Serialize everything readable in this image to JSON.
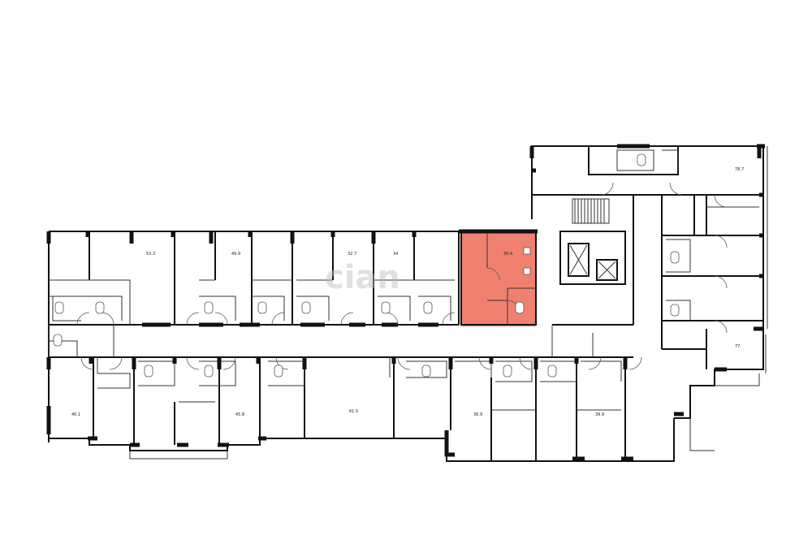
{
  "highlight_color": "#f08070",
  "watermark": "cian",
  "units": [
    {
      "id": "unit-53-3",
      "area": "53.3"
    },
    {
      "id": "unit-49-9",
      "area": "49.9"
    },
    {
      "id": "unit-32-7",
      "area": "32.7"
    },
    {
      "id": "unit-34",
      "area": "34"
    },
    {
      "id": "unit-selected",
      "area": "30.4"
    },
    {
      "id": "unit-78-7",
      "area": "78.7"
    },
    {
      "id": "unit-77",
      "area": "77"
    },
    {
      "id": "unit-40-1",
      "area": "40.1"
    },
    {
      "id": "unit-45-8",
      "area": "45.8"
    },
    {
      "id": "unit-61-5",
      "area": "61.5"
    },
    {
      "id": "unit-36-9",
      "area": "36.9"
    },
    {
      "id": "unit-39-9",
      "area": "39.9"
    }
  ]
}
